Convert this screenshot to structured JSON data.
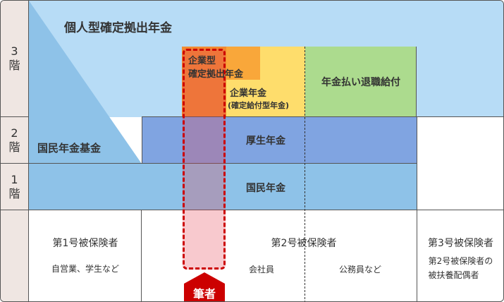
{
  "floors": [
    {
      "num": "3",
      "unit": "階"
    },
    {
      "num": "2",
      "unit": "階"
    },
    {
      "num": "1",
      "unit": "階"
    }
  ],
  "tier3": {
    "ideco": "個人型確定拠出年金",
    "corporate_dc_line1": "企業型",
    "corporate_dc_line2": "確定拠出年金",
    "corporate_pension": "企業年金",
    "corporate_pension_sub": "(確定給付型年金)",
    "retirement_benefit": "年金払い退職給付"
  },
  "tier2": {
    "national_pension_fund": "国民年金基金",
    "employees_pension": "厚生年金"
  },
  "tier1": {
    "national_pension": "国民年金"
  },
  "insured": {
    "first": {
      "title": "第1号被保険者",
      "desc": "自営業、学生など"
    },
    "second": {
      "title": "第2号被保険者",
      "company": "会社員",
      "civil": "公務員など"
    },
    "third": {
      "title": "第3号被保険者",
      "desc_line1": "第2号被保険者の",
      "desc_line2": "被扶養配偶者"
    }
  },
  "author_badge": "筆者",
  "colors": {
    "light_blue": "#b7dcf6",
    "mid_blue": "#8ec2e8",
    "employees_blue": "#80a4e1",
    "orange": "#f9a73a",
    "dark_orange": "#f28b32",
    "yellow": "#fedd6c",
    "green": "#acdb8e",
    "red": "#cc0000"
  }
}
